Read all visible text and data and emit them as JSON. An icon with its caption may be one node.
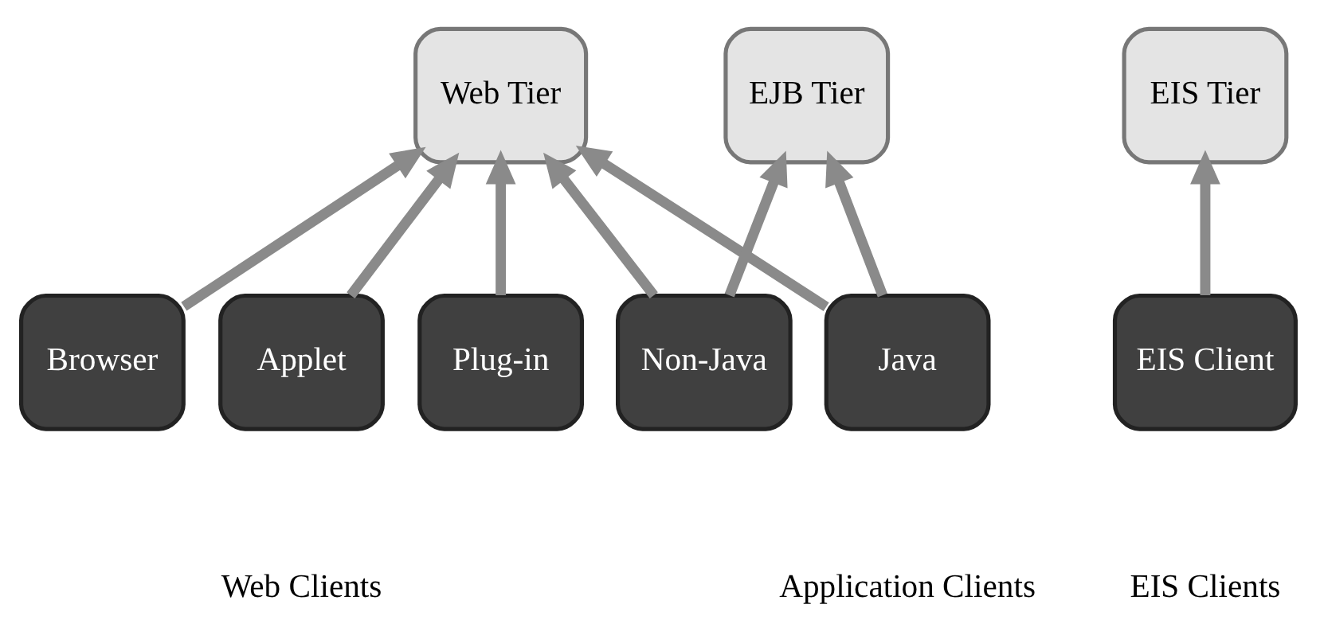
{
  "diagram": {
    "nodes": [
      {
        "text": [
          "Web Tier"
        ]
      },
      {
        "text": [
          "EJB Tier"
        ]
      },
      {
        "text": [
          "EIS Tier"
        ]
      },
      {
        "text": [
          "Browser"
        ]
      },
      {
        "text": [
          "Applet"
        ]
      },
      {
        "text": [
          "Plug-in"
        ]
      },
      {
        "text": [
          "Java"
        ]
      },
      {
        "text": [
          "Non-Java"
        ]
      },
      {
        "text": [
          "EIS Client"
        ]
      }
    ],
    "edges": [
      {
        "from": 3,
        "to": 0,
        "arrow": "to"
      },
      {
        "from": 4,
        "to": 0,
        "arrow": "to"
      },
      {
        "from": 5,
        "to": 0,
        "arrow": "to"
      },
      {
        "from": 6,
        "to": 0,
        "arrow": "to"
      },
      {
        "from": 6,
        "to": 1,
        "arrow": "to"
      },
      {
        "from": 7,
        "to": 0,
        "arrow": "to"
      },
      {
        "from": 7,
        "to": 1,
        "arrow": "to"
      },
      {
        "from": 8,
        "to": 2,
        "arrow": "to"
      }
    ],
    "labels": [
      "Web Clients",
      "Application Clients",
      "EIS Clients"
    ]
  }
}
